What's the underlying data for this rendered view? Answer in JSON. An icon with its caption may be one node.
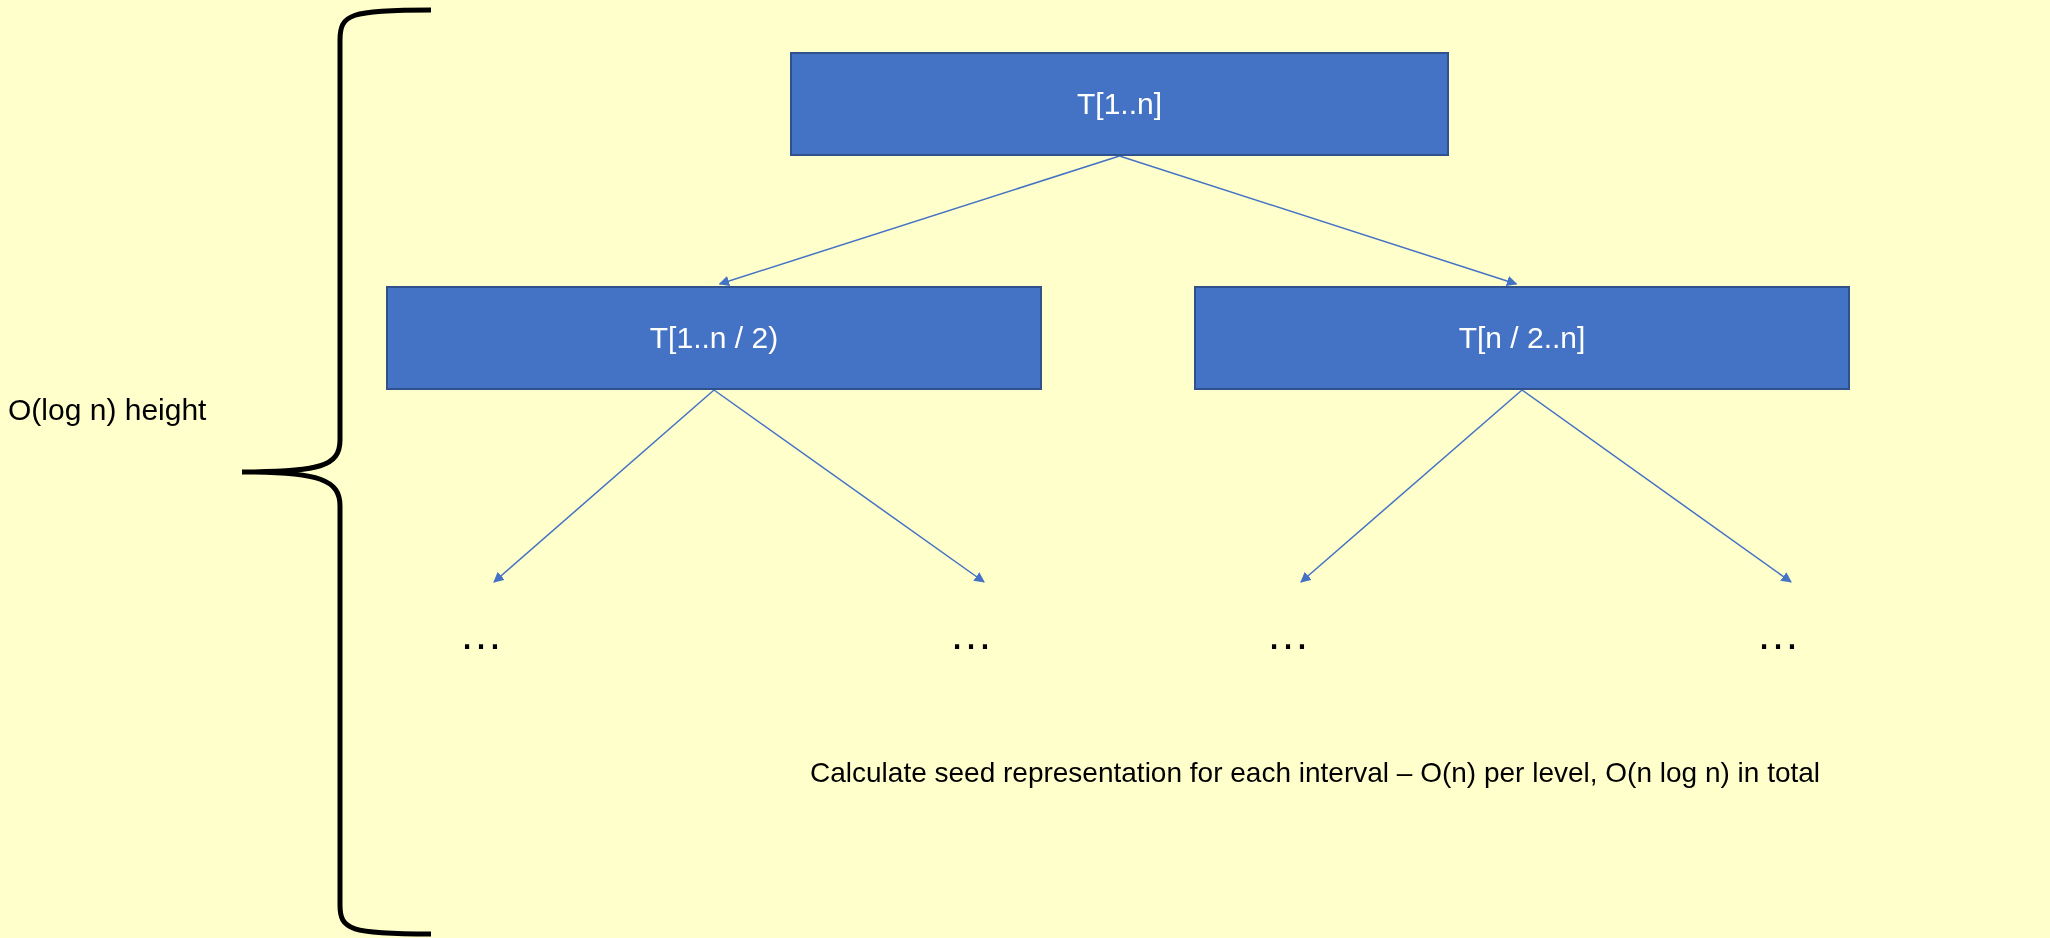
{
  "diagram": {
    "nodes": [
      {
        "text": [
          "T[1..n]"
        ]
      },
      {
        "text": [
          "T[1..n / 2)"
        ]
      },
      {
        "text": [
          "T[n / 2..n]"
        ]
      },
      {
        "text": [
          "…"
        ]
      },
      {
        "text": [
          "…"
        ]
      },
      {
        "text": [
          "…"
        ]
      },
      {
        "text": [
          "…"
        ]
      }
    ],
    "edges": [
      {
        "from": 0,
        "to": 1,
        "arrow": "to"
      },
      {
        "from": 0,
        "to": 2,
        "arrow": "to"
      },
      {
        "from": 1,
        "to": 3,
        "arrow": "to"
      },
      {
        "from": 1,
        "to": 4,
        "arrow": "to"
      },
      {
        "from": 2,
        "to": 5,
        "arrow": "to"
      },
      {
        "from": 2,
        "to": 6,
        "arrow": "to"
      }
    ],
    "labels": [
      "O(log n) height",
      "Calculate seed representation for each interval – O(n) per level, O(n log n) in total"
    ]
  }
}
